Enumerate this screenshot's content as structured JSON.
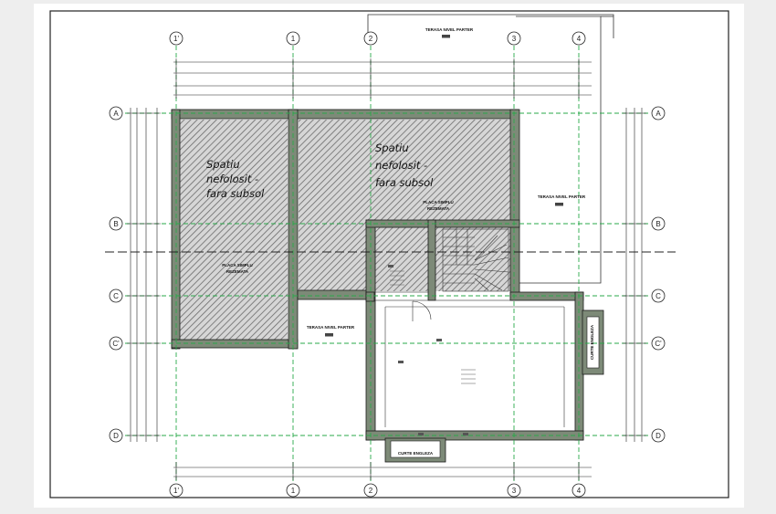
{
  "colors": {
    "sheet_border": "#222222",
    "wall_fill": "#7d8a78",
    "wall_stroke": "#1b1b1b",
    "hatch": "#6a6a6a",
    "axis_line": "#2aa84a",
    "dimension_line": "#222222"
  },
  "grid_axes": {
    "vertical": [
      "1'",
      "1",
      "2",
      "3",
      "4"
    ],
    "horizontal": [
      "A",
      "B",
      "C",
      "C'",
      "D"
    ]
  },
  "labels": {
    "unused_left": [
      "Spatiu",
      "nefolosit -",
      "fara subsol"
    ],
    "unused_right": [
      "Spatiu",
      "nefolosit -",
      "fara subsol"
    ],
    "terasa_top": "TERASA NIVEL PARTER",
    "terasa_right": "TERASA NIVEL PARTER",
    "terasa_mid": "TERASA NIVEL PARTER",
    "placa_left": [
      "PLACA SIMPLU",
      "REZEMATA"
    ],
    "placa_right": [
      "PLACA SIMPLU",
      "REZEMATA"
    ],
    "curte": "CURTE ENGLEZA"
  }
}
